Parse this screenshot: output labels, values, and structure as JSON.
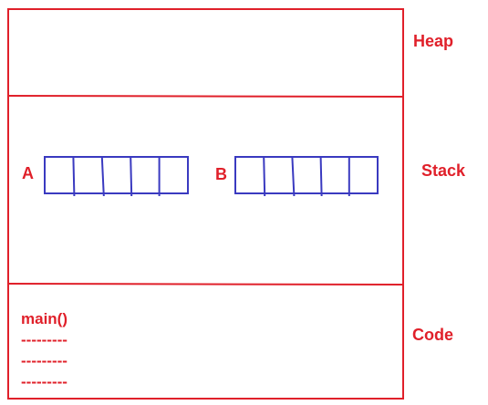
{
  "regions": {
    "heap": "Heap",
    "stack": "Stack",
    "code": "Code"
  },
  "arrays": {
    "a": {
      "label": "A",
      "cells": 5
    },
    "b": {
      "label": "B",
      "cells": 5
    }
  },
  "code_block": {
    "function": "main()",
    "lines": [
      "---------",
      "---------",
      "---------"
    ]
  },
  "colors": {
    "outline": "#e0202a",
    "array": "#3a3ac0",
    "background": "#ffffff"
  }
}
